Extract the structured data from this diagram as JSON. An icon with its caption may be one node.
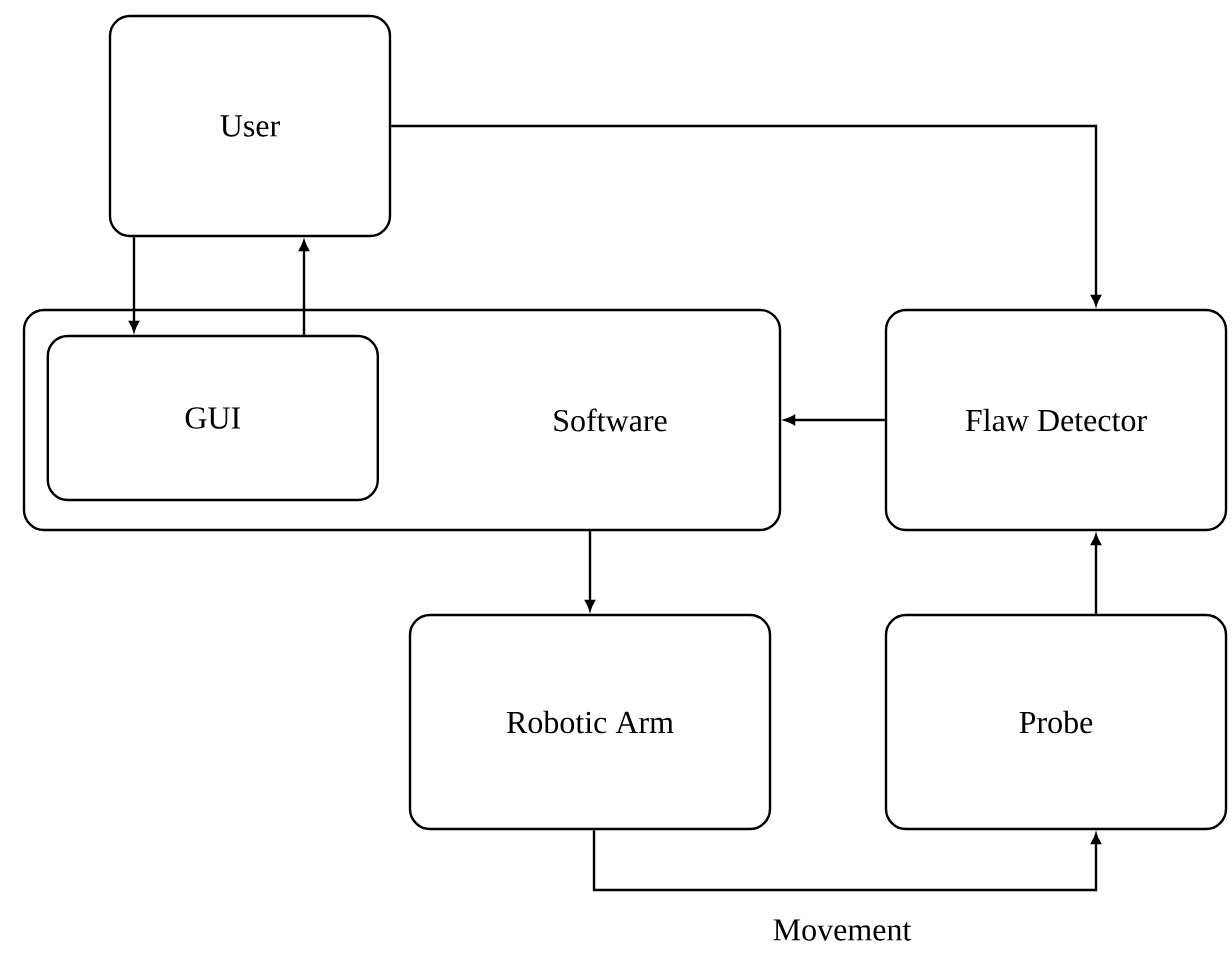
{
  "diagram": {
    "nodes": [
      {
        "text": [
          "User"
        ]
      },
      {
        "text": [
          "Software"
        ]
      },
      {
        "text": [
          "GUI"
        ],
        "in": 1
      },
      {
        "text": [
          "Flaw Detector"
        ]
      },
      {
        "text": [
          "Robotic Arm"
        ]
      },
      {
        "text": [
          "Probe"
        ]
      }
    ],
    "edges": [
      {
        "from": 0,
        "to": 2,
        "arrow": "to"
      },
      {
        "from": 2,
        "to": 0,
        "arrow": "to"
      },
      {
        "from": 0,
        "to": 3,
        "arrow": "to"
      },
      {
        "from": 3,
        "to": 1,
        "arrow": "to"
      },
      {
        "from": 1,
        "to": 4,
        "arrow": "to"
      },
      {
        "from": 4,
        "to": 5,
        "arrow": "to",
        "label": "Movement"
      },
      {
        "from": 5,
        "to": 3,
        "arrow": "to"
      }
    ]
  }
}
